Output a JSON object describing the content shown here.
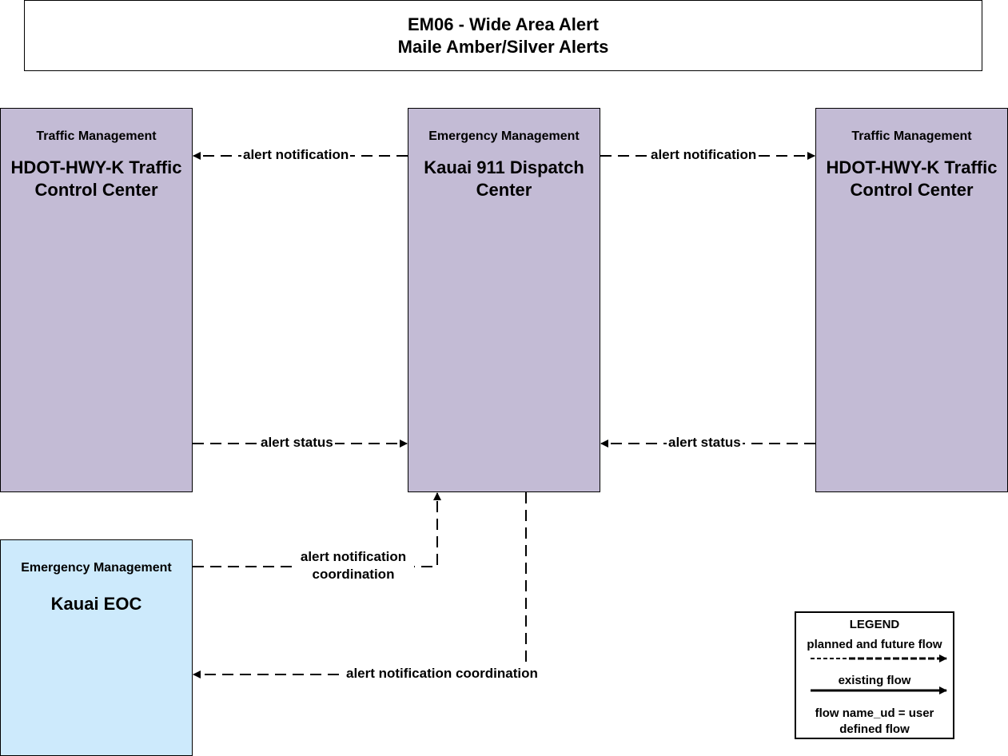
{
  "title": {
    "line1": "EM06 - Wide Area Alert",
    "line2": "Maile Amber/Silver Alerts"
  },
  "nodes": {
    "left_tcc": {
      "category": "Traffic Management",
      "name": "HDOT-HWY-K Traffic Control Center"
    },
    "dispatch": {
      "category": "Emergency Management",
      "name": "Kauai 911 Dispatch Center"
    },
    "right_tcc": {
      "category": "Traffic Management",
      "name": "HDOT-HWY-K Traffic Control Center"
    },
    "eoc": {
      "category": "Emergency Management",
      "name": "Kauai EOC"
    }
  },
  "flows": {
    "alert_notification_left": "alert notification",
    "alert_notification_right": "alert notification",
    "alert_status_left": "alert status",
    "alert_status_right": "alert status",
    "eoc_to_dispatch": "alert notification coordination",
    "dispatch_to_eoc": "alert notification coordination"
  },
  "legend": {
    "title": "LEGEND",
    "planned": "planned and future flow",
    "existing": "existing flow",
    "user_defined": "flow name_ud = user defined flow"
  },
  "colors": {
    "center_fill": "#c3bbd5",
    "eoc_fill": "#cdeafc",
    "line": "#000000"
  }
}
